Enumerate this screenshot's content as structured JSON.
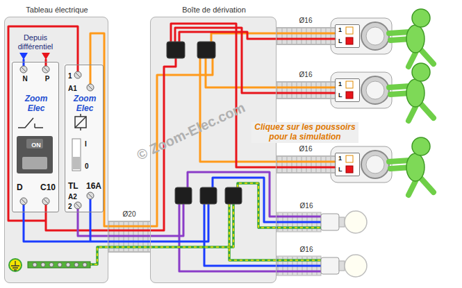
{
  "diagram": {
    "nodes": [
      {
        "text": [
          "Tableau électrique"
        ]
      },
      {
        "text": [
          "N",
          "P",
          "Zoom Elec",
          "ON",
          "D",
          "C10"
        ],
        "in": 0
      },
      {
        "text": [
          "1",
          "A1",
          "Zoom Elec",
          "I",
          "0",
          "TL",
          "16A",
          "A2",
          "2"
        ],
        "in": 0
      },
      {
        "text": [
          "Boîte de dérivation"
        ]
      },
      {
        "text": [
          "1",
          "L"
        ]
      },
      {
        "text": [
          "1",
          "L"
        ]
      },
      {
        "text": [
          "1",
          "L"
        ]
      }
    ],
    "edges": [
      {
        "from": 0,
        "to": 3,
        "arrow": "none",
        "label": "Ø20"
      },
      {
        "from": 3,
        "to": 4,
        "arrow": "none",
        "label": "Ø16"
      },
      {
        "from": 3,
        "to": 5,
        "arrow": "none",
        "label": "Ø16"
      },
      {
        "from": 3,
        "to": 6,
        "arrow": "none",
        "label": "Ø16"
      }
    ],
    "labels": [
      "Depuis différentiel",
      "Ø16",
      "Ø16",
      "Cliquez sur les poussoirs pour la simulation",
      "© Zoom-Elec.com"
    ]
  }
}
